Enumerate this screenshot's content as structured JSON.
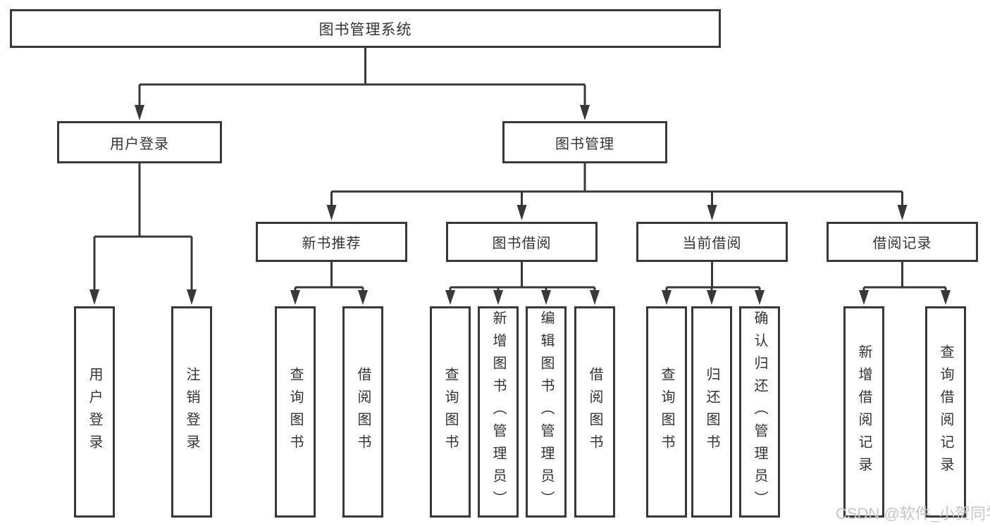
{
  "diagram": {
    "root": {
      "label": "图书管理系统"
    },
    "branches": [
      {
        "label": "用户登录",
        "children": [
          {
            "label": "用户登录"
          },
          {
            "label": "注销登录"
          }
        ]
      },
      {
        "label": "图书管理",
        "groups": [
          {
            "label": "新书推荐",
            "children": [
              {
                "label": "查询图书"
              },
              {
                "label": "借阅图书"
              }
            ]
          },
          {
            "label": "图书借阅",
            "children": [
              {
                "label": "查询图书"
              },
              {
                "label": "新增图书（管理员）"
              },
              {
                "label": "编辑图书（管理员）"
              },
              {
                "label": "借阅图书"
              }
            ]
          },
          {
            "label": "当前借阅",
            "children": [
              {
                "label": "查询图书"
              },
              {
                "label": "归还图书"
              },
              {
                "label": "确认归还（管理员）"
              }
            ]
          },
          {
            "label": "借阅记录",
            "children": [
              {
                "label": "新增借阅记录"
              },
              {
                "label": "查询借阅记录"
              }
            ]
          }
        ]
      }
    ]
  },
  "watermark": {
    "text": "CSDN @软件_小贺同学"
  },
  "colors": {
    "line": "#383838",
    "text": "#333333",
    "watermark": "#c7c7c7",
    "background": "#ffffff"
  }
}
